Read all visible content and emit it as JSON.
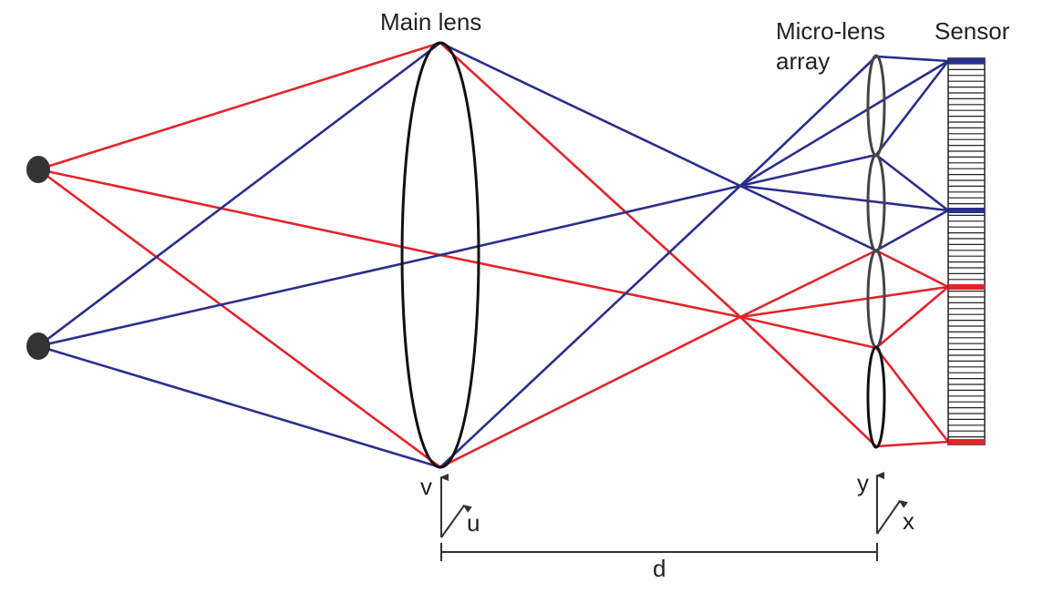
{
  "labels": {
    "main_lens": "Main lens",
    "micro_lens_line1": "Micro-lens",
    "micro_lens_line2": "array",
    "sensor": "Sensor",
    "v": "v",
    "u": "u",
    "y": "y",
    "x": "x",
    "d": "d"
  },
  "colors": {
    "red_rays": "#e3242b",
    "blue_rays": "#2b2e8c",
    "lens": "#111111",
    "micro_lens": "#444444",
    "points": "#333333",
    "axes": "#333333"
  }
}
